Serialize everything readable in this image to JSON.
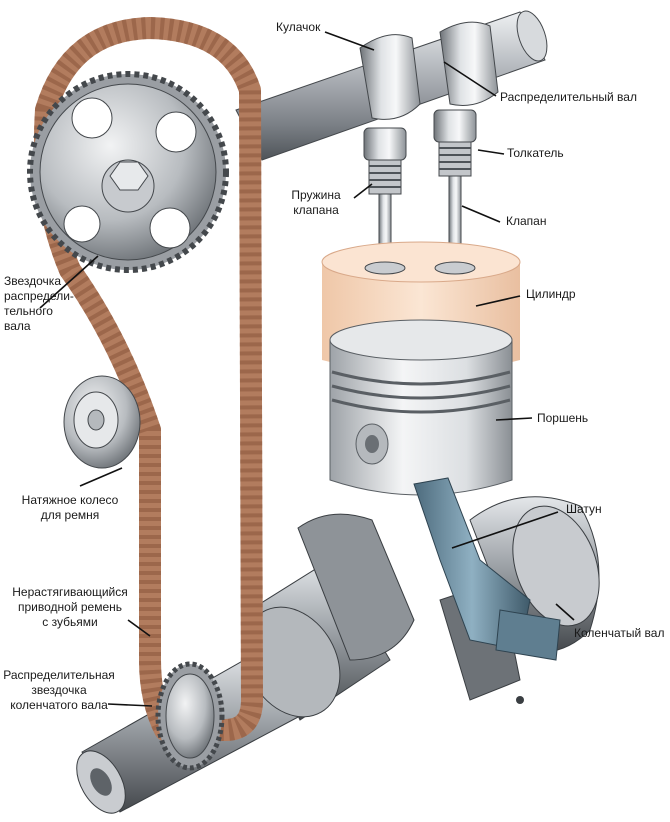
{
  "labels": {
    "cam_lobe": "Кулачок",
    "camshaft": "Распределительный вал",
    "tappet": "Толкатель",
    "valve_spring": "Пружина\nклапана",
    "valve": "Клапан",
    "cam_sprocket": "Звездочка\nраспредели-\nтельного\n вала",
    "cylinder": "Цилиндр",
    "piston": "Поршень",
    "tensioner": "Натяжное колесо\nдля ремня",
    "connecting_rod": "Шатун",
    "belt": "Нерастягивающийся\nприводной ремень\nс зубьями",
    "crankshaft": "Коленчатый вал",
    "crank_sprocket": "Распределительная\nзвездочка\nколенчатого вала"
  },
  "colors": {
    "belt": "#b27c5e",
    "metal": "#c9ccd0",
    "cylinder": "#f6ddc7",
    "connecting_rod": "#6f8fa3"
  }
}
